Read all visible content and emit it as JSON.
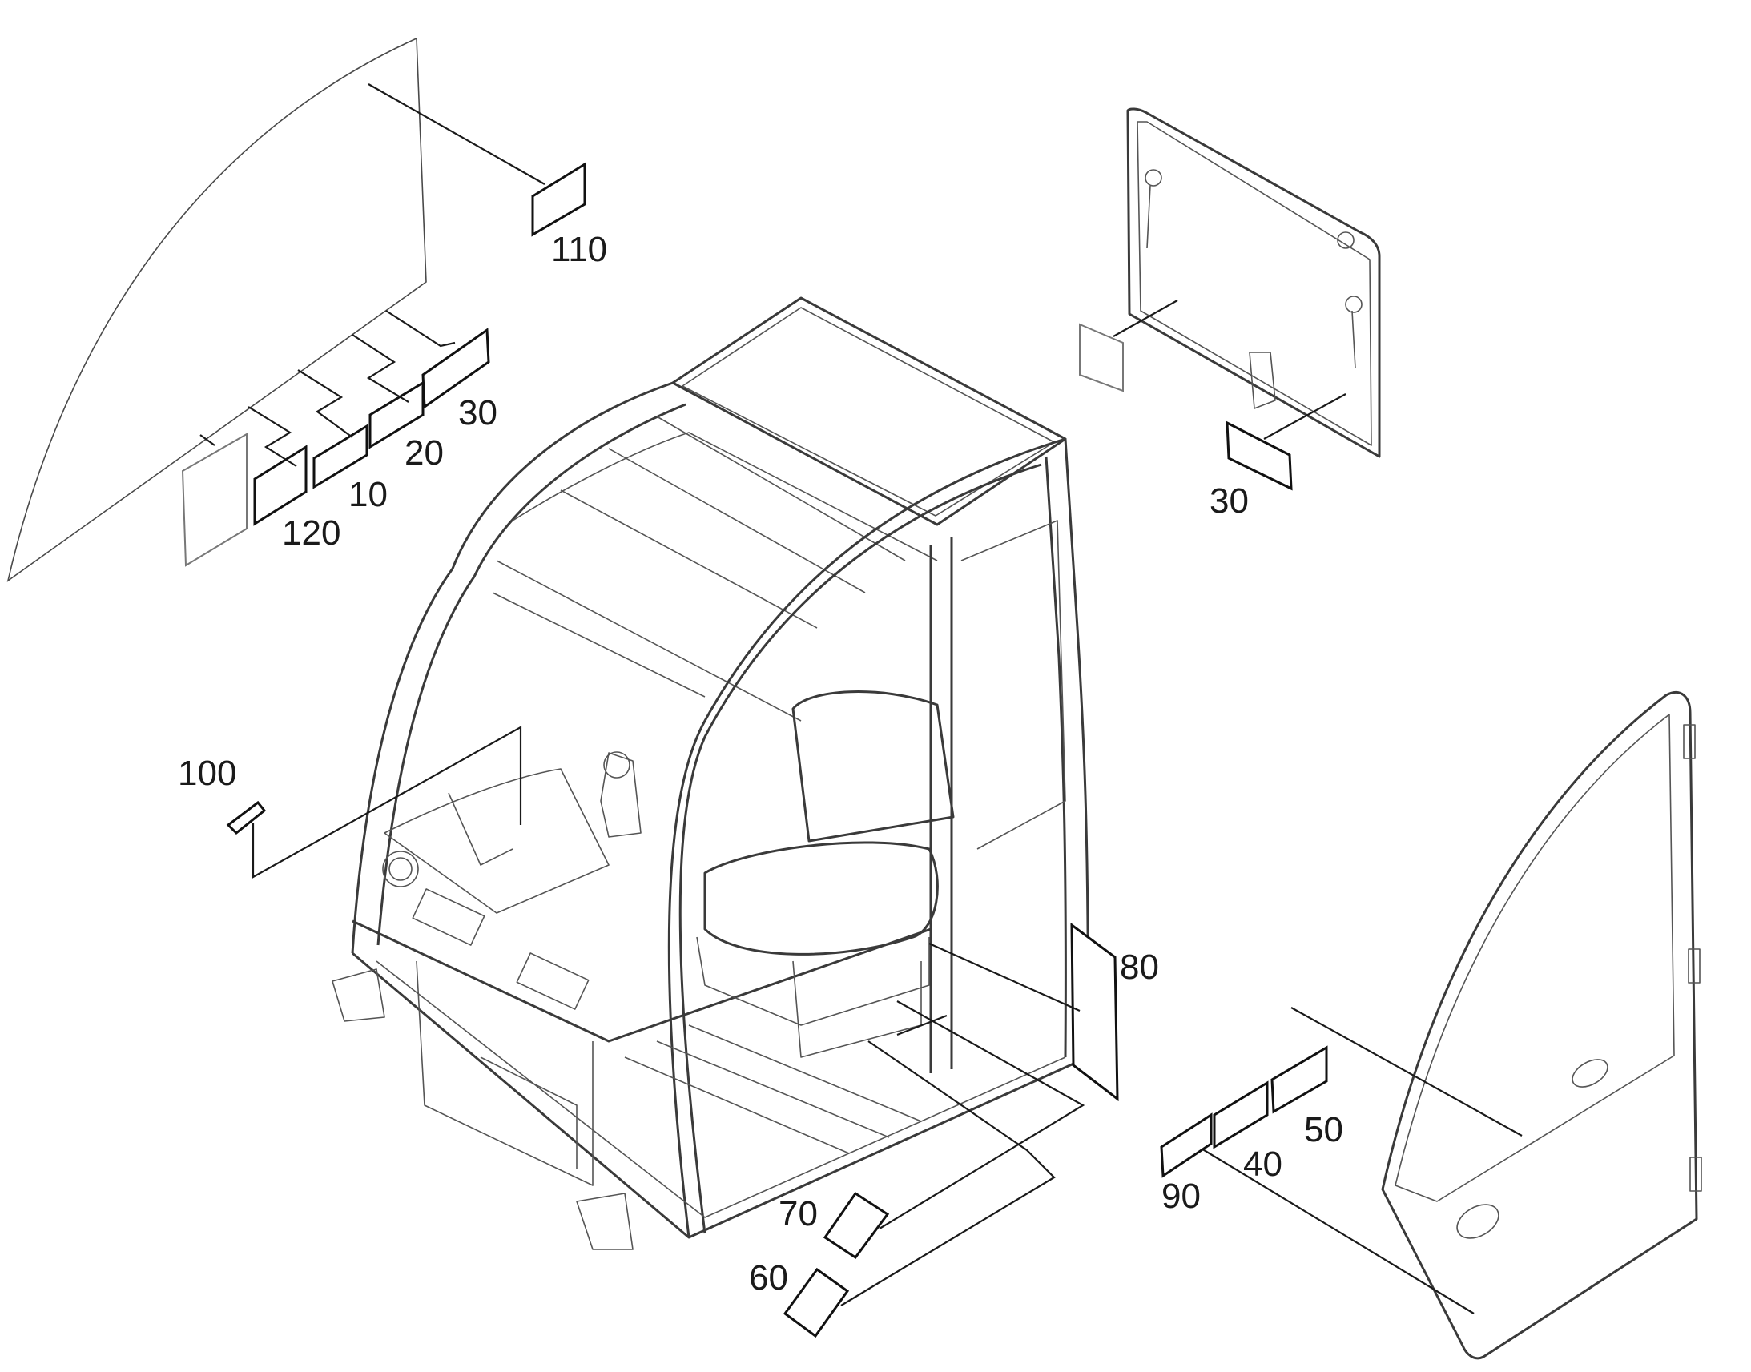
{
  "callouts": {
    "c110": "110",
    "c30_top": "30",
    "c20": "20",
    "c10": "10",
    "c120": "120",
    "c30_right": "30",
    "c100": "100",
    "c80": "80",
    "c70": "70",
    "c60": "60",
    "c50": "50",
    "c40": "40",
    "c90": "90"
  }
}
